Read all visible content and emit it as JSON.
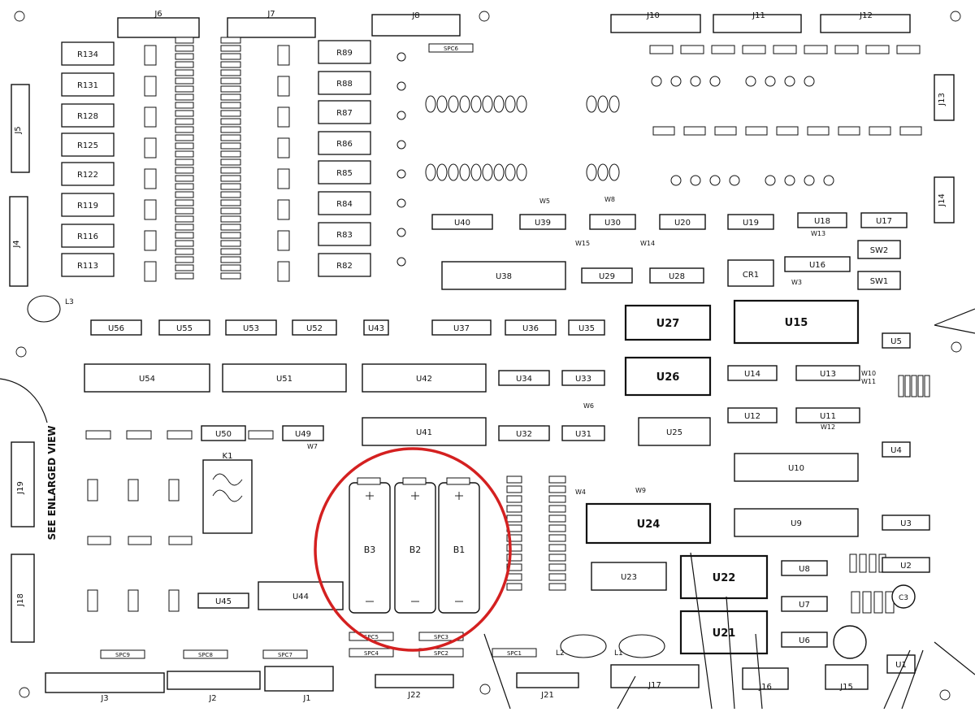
{
  "view_note": "SEE ENLARGED VIEW",
  "highlight_color": "#d42020",
  "large_ics": [
    "U27",
    "U26",
    "U15",
    "U24",
    "U22",
    "U21"
  ],
  "ics": [
    {
      "id": "u56",
      "label": "U56"
    },
    {
      "id": "u55",
      "label": "U55"
    },
    {
      "id": "u53",
      "label": "U53"
    },
    {
      "id": "u52",
      "label": "U52"
    },
    {
      "id": "u43",
      "label": "U43"
    },
    {
      "id": "u37",
      "label": "U37"
    },
    {
      "id": "u36",
      "label": "U36"
    },
    {
      "id": "u35",
      "label": "U35"
    },
    {
      "id": "u54",
      "label": "U54"
    },
    {
      "id": "u51",
      "label": "U51"
    },
    {
      "id": "u42",
      "label": "U42"
    },
    {
      "id": "u34",
      "label": "U34"
    },
    {
      "id": "u33",
      "label": "U33"
    },
    {
      "id": "u50",
      "label": "U50"
    },
    {
      "id": "u49",
      "label": "U49"
    },
    {
      "id": "u41",
      "label": "U41"
    },
    {
      "id": "u32",
      "label": "U32"
    },
    {
      "id": "u31",
      "label": "U31"
    },
    {
      "id": "u25",
      "label": "U25"
    },
    {
      "id": "u44",
      "label": "U44"
    },
    {
      "id": "u45",
      "label": "U45"
    },
    {
      "id": "u23",
      "label": "U23"
    },
    {
      "id": "u40",
      "label": "U40"
    },
    {
      "id": "u39",
      "label": "U39"
    },
    {
      "id": "u30",
      "label": "U30"
    },
    {
      "id": "u20",
      "label": "U20"
    },
    {
      "id": "u19",
      "label": "U19"
    },
    {
      "id": "u18",
      "label": "U18"
    },
    {
      "id": "u17",
      "label": "U17"
    },
    {
      "id": "u38",
      "label": "U38"
    },
    {
      "id": "u29",
      "label": "U29"
    },
    {
      "id": "u28",
      "label": "U28"
    },
    {
      "id": "u16",
      "label": "U16"
    },
    {
      "id": "u14",
      "label": "U14"
    },
    {
      "id": "u13",
      "label": "U13"
    },
    {
      "id": "u12",
      "label": "U12"
    },
    {
      "id": "u11",
      "label": "U11"
    },
    {
      "id": "u10",
      "label": "U10"
    },
    {
      "id": "u9",
      "label": "U9"
    },
    {
      "id": "u8",
      "label": "U8"
    },
    {
      "id": "u7",
      "label": "U7"
    },
    {
      "id": "u6",
      "label": "U6"
    },
    {
      "id": "u5",
      "label": "U5"
    },
    {
      "id": "u4",
      "label": "U4"
    },
    {
      "id": "u3",
      "label": "U3"
    },
    {
      "id": "u2",
      "label": "U2"
    },
    {
      "id": "u1",
      "label": "U1"
    },
    {
      "id": "u27",
      "label": "U27"
    },
    {
      "id": "u26",
      "label": "U26"
    },
    {
      "id": "u15",
      "label": "U15"
    },
    {
      "id": "u24",
      "label": "U24"
    },
    {
      "id": "u22",
      "label": "U22"
    },
    {
      "id": "u21",
      "label": "U21"
    }
  ],
  "resistors_large": [
    "R134",
    "R131",
    "R128",
    "R125",
    "R122",
    "R119",
    "R116",
    "R113"
  ],
  "resistors_right": [
    "R89",
    "R88",
    "R87",
    "R86",
    "R85",
    "R84",
    "R83",
    "R82"
  ],
  "connectors": {
    "top": [
      "J6",
      "J7",
      "J8",
      "J10",
      "J11",
      "J12"
    ],
    "left": [
      "J5",
      "J4",
      "J19",
      "J18"
    ],
    "right": [
      "J13",
      "J14"
    ],
    "bottom": [
      "J3",
      "J2",
      "J1",
      "J22",
      "J21",
      "J17",
      "J16",
      "J15"
    ]
  },
  "batteries": [
    {
      "id": "b3",
      "label": "B3"
    },
    {
      "id": "b2",
      "label": "B2"
    },
    {
      "id": "b1",
      "label": "B1"
    }
  ],
  "misc": {
    "relay": "K1",
    "diode": "CR1",
    "switch1": "SW2",
    "switch2": "SW1",
    "cap_c3": "C3",
    "l1": "L1",
    "l2": "L2",
    "l3": "L3"
  },
  "jumpers": [
    "W15",
    "W14",
    "W13",
    "W10",
    "W11",
    "W12",
    "W8",
    "W9",
    "W5",
    "W6",
    "W7",
    "W4",
    "W3"
  ],
  "spacers": [
    "SPC6",
    "SPC5",
    "SPC7",
    "SPC1",
    "SPC2",
    "SPC3",
    "SPC4",
    "SPC8",
    "SPC9"
  ]
}
